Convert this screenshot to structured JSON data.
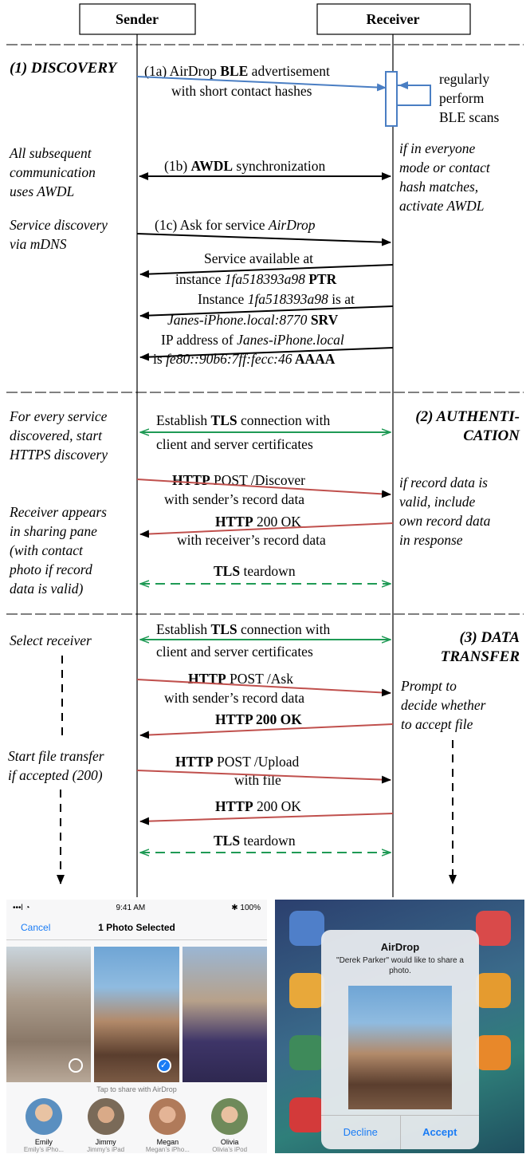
{
  "lanes": {
    "sender": "Sender",
    "receiver": "Receiver"
  },
  "colors": {
    "black": "#000000",
    "green": "#1f9a55",
    "red": "#c0504d",
    "blue": "#4a7ec3",
    "ios_blue": "#1a7cf5"
  },
  "sections": {
    "s1": {
      "title": "(1) DISCOVERY"
    },
    "s2": {
      "title_line1": "(2) AUTHENTI-",
      "title_line2": "CATION"
    },
    "s3": {
      "title_line1": "(3) DATA",
      "title_line2": "TRANSFER"
    }
  },
  "notes": {
    "n1": [
      "regularly",
      "perform",
      "BLE scans"
    ],
    "n2": [
      "All subsequent",
      "communication",
      "uses AWDL"
    ],
    "n3": [
      "if in everyone",
      "mode or contact",
      "hash matches,",
      "activate AWDL"
    ],
    "n4": [
      "Service discovery",
      "via mDNS"
    ],
    "n5": [
      "For every service",
      "discovered, start",
      "HTTPS discovery"
    ],
    "n6": [
      "if record data is",
      "valid, include",
      "own record data",
      "in response"
    ],
    "n7": [
      "Receiver appears",
      "in sharing pane",
      "(with contact",
      "photo if record",
      "data is valid)"
    ],
    "n8": [
      "Select receiver"
    ],
    "n9": [
      "Prompt to",
      "decide whether",
      "to accept file"
    ],
    "n10": [
      "Start file transfer",
      "if accepted (200)"
    ]
  },
  "messages": {
    "m1a": {
      "l1a": "(1a) AirDrop ",
      "l1b": "BLE",
      "l1c": " advertisement",
      "l2": "with short contact hashes"
    },
    "m1b": {
      "a": "(1b) ",
      "b": "AWDL",
      "c": " synchronization"
    },
    "m1c": {
      "a": "(1c) Ask for service ",
      "b": "AirDrop"
    },
    "m2": {
      "l1": "Service available at",
      "l2a": "instance ",
      "l2b": "1fa518393a98",
      "l2c": " PTR"
    },
    "m3": {
      "l1a": "Instance ",
      "l1b": "1fa518393a98",
      "l1c": " is at",
      "l2a": "Janes-iPhone.local:8770",
      "l2b": " SRV"
    },
    "m4": {
      "l1a": "IP address of ",
      "l1b": "Janes-iPhone.local",
      "l2a": "is ",
      "l2b": "fe80::90b6:7ff:fecc:46",
      "l2c": " AAAA"
    },
    "m5": {
      "l1a": "Establish ",
      "l1b": "TLS",
      "l1c": " connection with",
      "l2": "client and server certificates"
    },
    "m6": {
      "l1a": "HTTP",
      "l1b": " POST /Discover",
      "l2": "with sender’s record data"
    },
    "m7": {
      "l1a": "HTTP",
      "l1b": " 200 OK",
      "l2": "with receiver’s record data"
    },
    "m8": {
      "a": "TLS",
      "b": " teardown"
    },
    "m9": {
      "l1a": "Establish ",
      "l1b": "TLS",
      "l1c": " connection with",
      "l2": "client and server certificates"
    },
    "m10": {
      "l1a": "HTTP",
      "l1b": " POST /Ask",
      "l2": "with sender’s record data"
    },
    "m11": {
      "a": "HTTP 200 OK"
    },
    "m12": {
      "l1a": "HTTP",
      "l1b": " POST /Upload",
      "l2": "with file"
    },
    "m13": {
      "a": "HTTP",
      "b": " 200 OK"
    },
    "m14": {
      "a": "TLS",
      "b": " teardown"
    }
  },
  "sender_phone": {
    "time": "9:41 AM",
    "signal": "•••l ◔",
    "battery": "✱ 100%",
    "cancel": "Cancel",
    "title": "1 Photo Selected",
    "share_hint": "Tap to share with AirDrop",
    "contacts": [
      {
        "name": "Emily",
        "device": "Emily’s iPho...",
        "color": "#5a8fc0"
      },
      {
        "name": "Jimmy",
        "device": "Jimmy’s iPad",
        "color": "#7a6a58"
      },
      {
        "name": "Megan",
        "device": "Megan’s iPho...",
        "color": "#b07a5a"
      },
      {
        "name": "Olivia",
        "device": "Olivia’s iPod",
        "color": "#6f8a5a"
      }
    ]
  },
  "receiver_phone": {
    "title": "AirDrop",
    "message": "\"Derek Parker\" would like to share a photo.",
    "decline": "Decline",
    "accept": "Accept"
  }
}
